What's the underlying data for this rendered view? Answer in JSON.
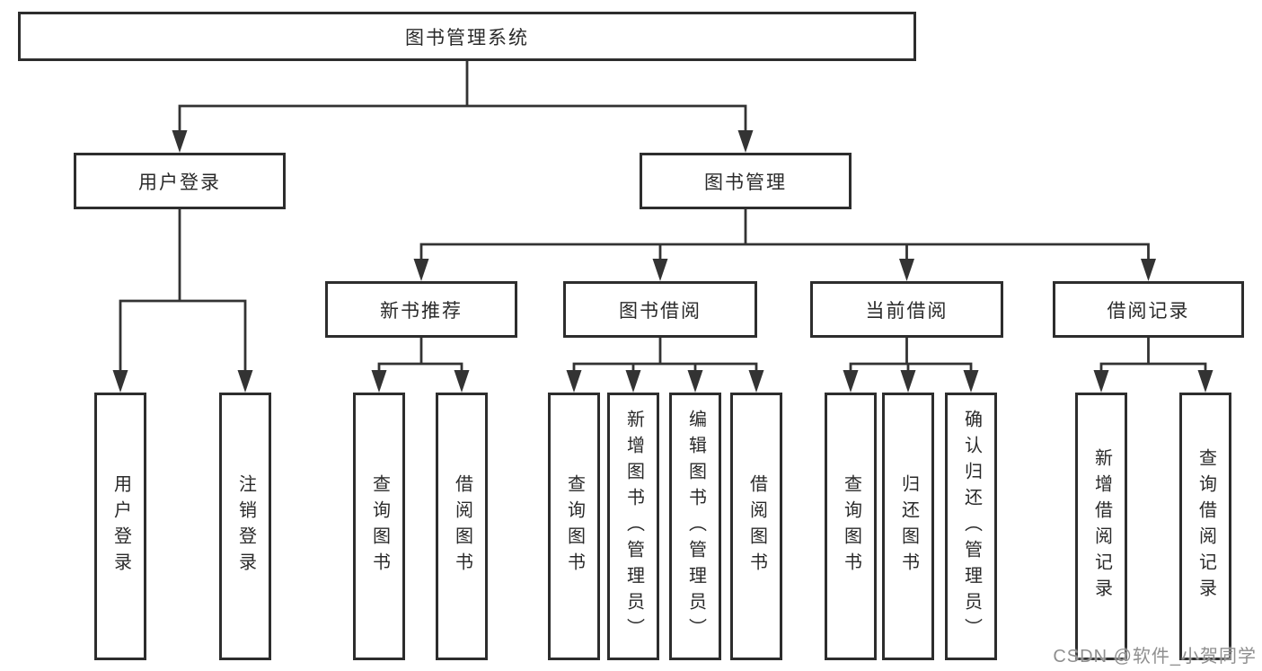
{
  "diagram": {
    "root": {
      "label": "图书管理系统"
    },
    "level2": [
      {
        "label": "用户登录"
      },
      {
        "label": "图书管理"
      }
    ],
    "level3": [
      {
        "label": "新书推荐",
        "parent": "图书管理"
      },
      {
        "label": "图书借阅",
        "parent": "图书管理"
      },
      {
        "label": "当前借阅",
        "parent": "图书管理"
      },
      {
        "label": "借阅记录",
        "parent": "图书管理"
      }
    ],
    "leaves": [
      {
        "label": "用户登录",
        "parent": "用户登录"
      },
      {
        "label": "注销登录",
        "parent": "用户登录"
      },
      {
        "label": "查询图书",
        "parent": "新书推荐"
      },
      {
        "label": "借阅图书",
        "parent": "新书推荐"
      },
      {
        "label": "查询图书",
        "parent": "图书借阅"
      },
      {
        "label": "新增图书（管理员）",
        "parent": "图书借阅"
      },
      {
        "label": "编辑图书（管理员）",
        "parent": "图书借阅"
      },
      {
        "label": "借阅图书",
        "parent": "图书借阅"
      },
      {
        "label": "查询图书",
        "parent": "当前借阅"
      },
      {
        "label": "归还图书",
        "parent": "当前借阅"
      },
      {
        "label": "确认归还（管理员）",
        "parent": "当前借阅"
      },
      {
        "label": "新增借阅记录",
        "parent": "借阅记录"
      },
      {
        "label": "查询借阅记录",
        "parent": "借阅记录"
      }
    ],
    "colors": {
      "line": "#333333",
      "border": "#2d2d2d",
      "text": "#2a2a2a",
      "background": "#ffffff",
      "watermark": "#8f8f8f"
    }
  },
  "watermark": {
    "text": "CSDN @软件_小贺同学"
  }
}
